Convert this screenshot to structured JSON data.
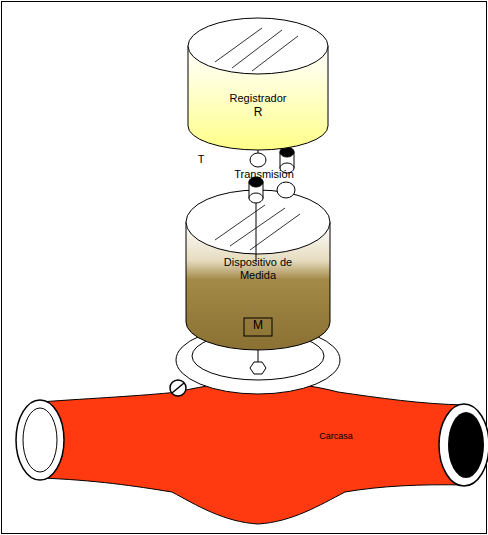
{
  "diagram": {
    "nodes": [
      {
        "text": [
          "Registrador",
          "R"
        ]
      },
      {
        "text": [
          "Dispositivo de Medida",
          "M"
        ]
      },
      {
        "text": [
          "Carcasa"
        ]
      }
    ],
    "labels": [
      "T",
      "Transmisión"
    ]
  }
}
